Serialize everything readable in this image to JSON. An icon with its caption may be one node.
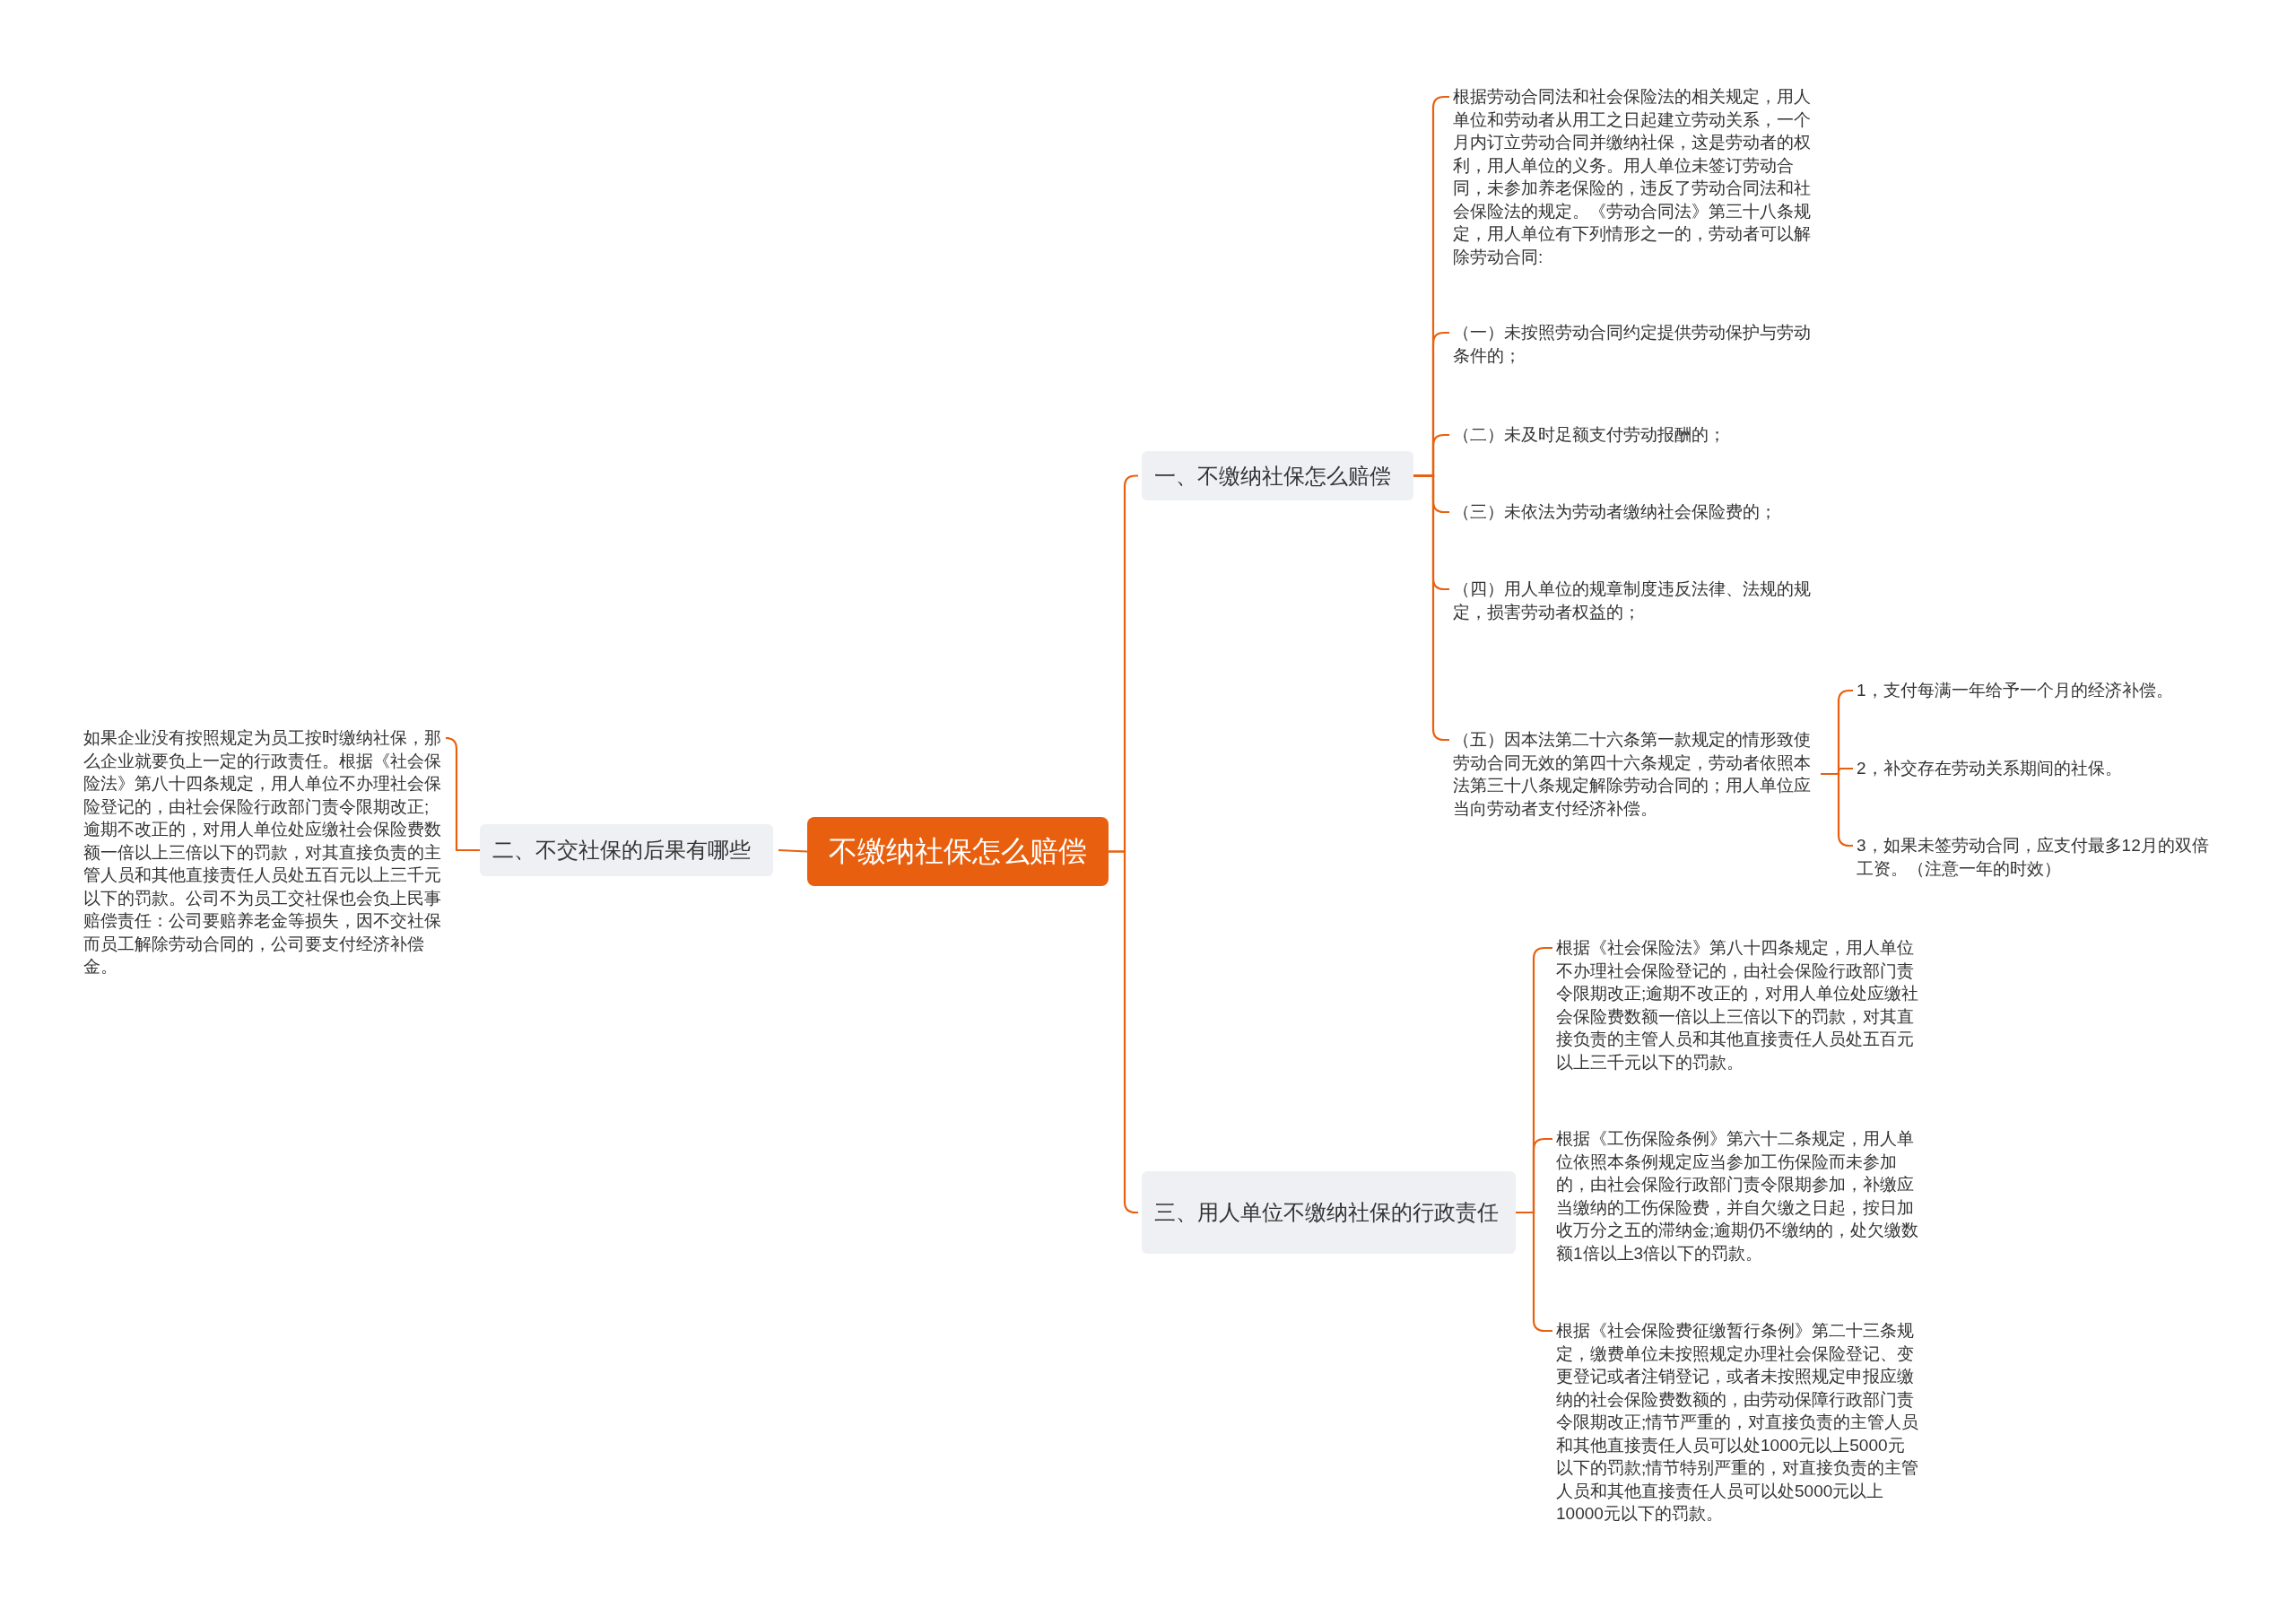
{
  "diagram": {
    "nodes": [
      {
        "text": [
          "不缴纳社保怎么赔偿"
        ]
      },
      {
        "text": [
          "一、不缴纳社保怎么赔偿"
        ]
      },
      {
        "text": [
          "根据劳动合同法和社会保险法的相关规定，用人单位和劳动者从用工之日起建立劳动关系，一个月内订立劳动合同并缴纳社保，这是劳动者的权利，用人单位的义务。用人单位未签订劳动合同，未参加养老保险的，违反了劳动合同法和社会保险法的规定。《劳动合同法》第三十八条规定，用人单位有下列情形之一的，劳动者可以解除劳动合同:"
        ]
      },
      {
        "text": [
          "（一）未按照劳动合同约定提供劳动保护与劳动条件的；"
        ]
      },
      {
        "text": [
          "（二）未及时足额支付劳动报酬的；"
        ]
      },
      {
        "text": [
          "（三）未依法为劳动者缴纳社会保险费的；"
        ]
      },
      {
        "text": [
          "（四）用人单位的规章制度违反法律、法规的规定，损害劳动者权益的；"
        ]
      },
      {
        "text": [
          "（五）因本法第二十六条第一款规定的情形致使劳动合同无效的第四十六条规定，劳动者依照本法第三十八条规定解除劳动合同的；用人单位应当向劳动者支付经济补偿。"
        ]
      },
      {
        "text": [
          "1，支付每满一年给予一个月的经济补偿。"
        ]
      },
      {
        "text": [
          "2，补交存在劳动关系期间的社保。"
        ]
      },
      {
        "text": [
          "3，如果未签劳动合同，应支付最多12月的双倍工资。（注意一年的时效）"
        ]
      },
      {
        "text": [
          "二、不交社保的后果有哪些"
        ]
      },
      {
        "text": [
          "如果企业没有按照规定为员工按时缴纳社保，那么企业就要负上一定的行政责任。根据《社会保险法》第八十四条规定，用人单位不办理社会保险登记的，由社会保险行政部门责令限期改正;逾期不改正的，对用人单位处应缴社会保险费数额一倍以上三倍以下的罚款，对其直接负责的主管人员和其他直接责任人员处五百元以上三千元以下的罚款。公司不为员工交社保也会负上民事赔偿责任：公司要赔养老金等损失，因不交社保而员工解除劳动合同的，公司要支付经济补偿金。"
        ]
      },
      {
        "text": [
          "三、用人单位不缴纳社保的行政责任"
        ]
      },
      {
        "text": [
          "根据《社会保险法》第八十四条规定，用人单位不办理社会保险登记的，由社会保险行政部门责令限期改正;逾期不改正的，对用人单位处应缴社会保险费数额一倍以上三倍以下的罚款，对其直接负责的主管人员和其他直接责任人员处五百元以上三千元以下的罚款。"
        ]
      },
      {
        "text": [
          "根据《工伤保险条例》第六十二条规定，用人单位依照本条例规定应当参加工伤保险而未参加的，由社会保险行政部门责令限期参加，补缴应当缴纳的工伤保险费，并自欠缴之日起，按日加收万分之五的滞纳金;逾期仍不缴纳的，处欠缴数额1倍以上3倍以下的罚款。"
        ]
      },
      {
        "text": [
          "根据《社会保险费征缴暂行条例》第二十三条规定，缴费单位未按照规定办理社会保险登记、变更登记或者注销登记，或者未按照规定申报应缴纳的社会保险费数额的，由劳动保障行政部门责令限期改正;情节严重的，对直接负责的主管人员和其他直接责任人员可以处1000元以上5000元以下的罚款;情节特别严重的，对直接负责的主管人员和其他直接责任人员可以处5000元以上10000元以下的罚款。"
        ]
      }
    ],
    "edges": [
      {
        "from": 0,
        "to": 1,
        "arrow": "none"
      },
      {
        "from": 1,
        "to": 2,
        "arrow": "none"
      },
      {
        "from": 1,
        "to": 3,
        "arrow": "none"
      },
      {
        "from": 1,
        "to": 4,
        "arrow": "none"
      },
      {
        "from": 1,
        "to": 5,
        "arrow": "none"
      },
      {
        "from": 1,
        "to": 6,
        "arrow": "none"
      },
      {
        "from": 1,
        "to": 7,
        "arrow": "none"
      },
      {
        "from": 7,
        "to": 8,
        "arrow": "none"
      },
      {
        "from": 7,
        "to": 9,
        "arrow": "none"
      },
      {
        "from": 7,
        "to": 10,
        "arrow": "none"
      },
      {
        "from": 0,
        "to": 11,
        "arrow": "none"
      },
      {
        "from": 11,
        "to": 12,
        "arrow": "none"
      },
      {
        "from": 0,
        "to": 13,
        "arrow": "none"
      },
      {
        "from": 13,
        "to": 14,
        "arrow": "none"
      },
      {
        "from": 13,
        "to": 15,
        "arrow": "none"
      },
      {
        "from": 13,
        "to": 16,
        "arrow": "none"
      }
    ]
  }
}
